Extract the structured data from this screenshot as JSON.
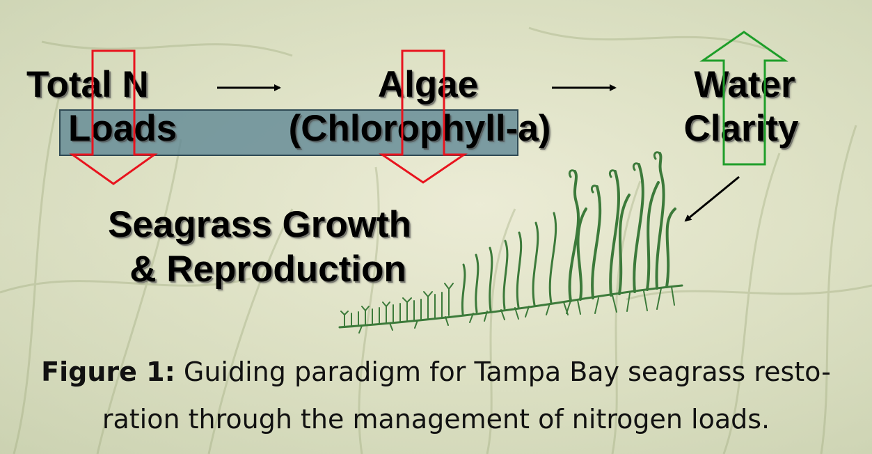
{
  "nodes": {
    "total_n": [
      "Total  N",
      "Loads"
    ],
    "algae": [
      "Algae",
      "(Chlorophyll-a)"
    ],
    "water_clarity": [
      "Water",
      "Clarity"
    ],
    "seagrass": [
      "Seagrass Growth",
      "& Reproduction"
    ]
  },
  "caption": {
    "label": "Figure 1:",
    "line1": "Guiding paradigm for Tampa Bay seagrass resto-",
    "line2": "ration through the management of nitrogen loads."
  },
  "colors": {
    "down_arrow": "#e8141e",
    "up_arrow": "#1f9e2a",
    "highlight_box": "#5c8594",
    "text": "#000000"
  },
  "icons": {
    "background": "seagrass-photo-background",
    "illustration": "seagrass-plant-illustration"
  }
}
